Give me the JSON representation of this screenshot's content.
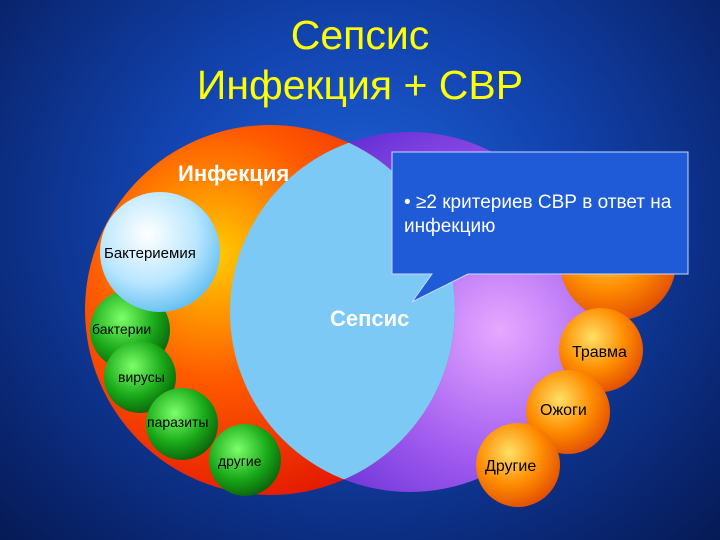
{
  "title": {
    "line1": "Сепсис",
    "line2": "Инфекция + СВР"
  },
  "diagram": {
    "infection_label": "Инфекция",
    "bacteremia_label": "Бактериемия",
    "sepsis_label": "Сепсис",
    "pathogens": [
      "бактерии",
      "вирусы",
      "паразиты",
      "другие"
    ],
    "sirs_causes": [
      "Травма",
      "Ожоги",
      "Другие"
    ],
    "callout": {
      "bullet": "•",
      "text": "≥2 критериев СВР в ответ на инфекцию"
    }
  },
  "colors": {
    "title": "#ffff00",
    "infection_circle": "#ff3b00",
    "sirs_circle": "#7a2ee0",
    "sepsis_region": "#6ec8f5",
    "callout_box": "#1f5bd6",
    "pathogen_circles": "#1f9a1f",
    "sirs_cause_circles": "#ff7a00"
  }
}
